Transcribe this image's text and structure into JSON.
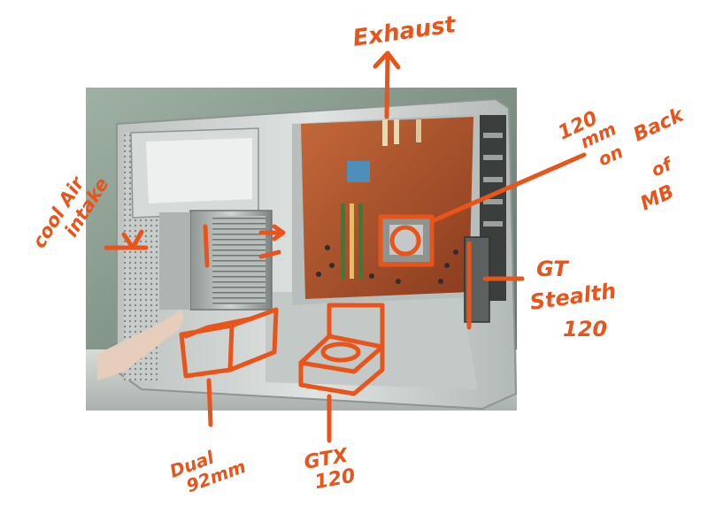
{
  "colors": {
    "annotation": "#e8541a",
    "case_metal": "#c9cdcc",
    "motherboard": "#b4552c",
    "wall": "#8a9a8e",
    "psu_shroud": "#a8aeac"
  },
  "annotations": {
    "exhaust": "Exhaust",
    "cool_air_intake": [
      "cool Air",
      "intake"
    ],
    "mb_fan": [
      "120",
      "mm",
      "on",
      "Back",
      "of",
      "MB"
    ],
    "gt_stealth": [
      "GT",
      "Stealth",
      "120"
    ],
    "dual_fan": [
      "Dual",
      "92mm"
    ],
    "gtx": [
      "GTX",
      "120"
    ]
  }
}
